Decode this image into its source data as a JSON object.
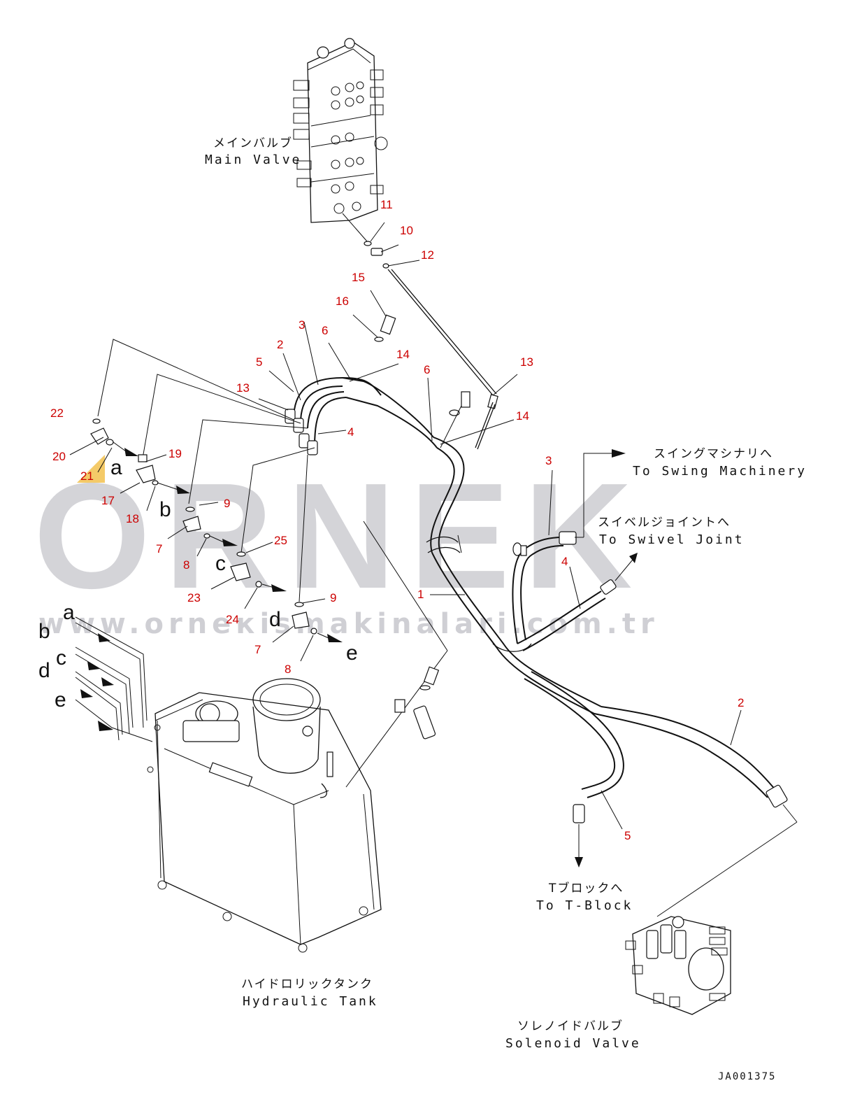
{
  "watermark": {
    "brand": "ORNEK",
    "url": "www.orneкismakinalari.com.tr",
    "accent_color": "#f2c14e",
    "text_color": "#d4d4d8"
  },
  "labels": {
    "main_valve_jp": "メインバルブ",
    "main_valve_en": "Main Valve",
    "swing_jp": "スイングマシナリへ",
    "swing_en": "To Swing Machinery",
    "swivel_jp": "スイベルジョイントへ",
    "swivel_en": "To Swivel Joint",
    "tblock_jp": "Tブロックへ",
    "tblock_en": "To T-Block",
    "tank_jp": "ハイドロリックタンク",
    "tank_en": "Hydraulic Tank",
    "solenoid_jp": "ソレノイドバルブ",
    "solenoid_en": "Solenoid Valve"
  },
  "drawing_code": "JA001375",
  "connection_letters": {
    "a1": "a",
    "b1": "b",
    "c1": "c",
    "d1": "d",
    "e1": "e",
    "a2": "a",
    "b2": "b",
    "c2": "c",
    "d2": "d",
    "e2": "e"
  },
  "part_numbers": {
    "p11": "11",
    "p10": "10",
    "p12": "12",
    "p15": "15",
    "p16": "16",
    "p3a": "3",
    "p6a": "6",
    "p2a": "2",
    "p5a": "5",
    "p14a": "14",
    "p13a": "13",
    "p4a": "4",
    "p6b": "6",
    "p13b": "13",
    "p14b": "14",
    "p3b": "3",
    "p4b": "4",
    "p1": "1",
    "p2b": "2",
    "p5b": "5",
    "p22": "22",
    "p20": "20",
    "p21": "21",
    "p19": "19",
    "p17": "17",
    "p18": "18",
    "p9a": "9",
    "p7a": "7",
    "p8a": "8",
    "p25": "25",
    "p23": "23",
    "p24": "24",
    "p9b": "9",
    "p7b": "7",
    "p8b": "8"
  }
}
